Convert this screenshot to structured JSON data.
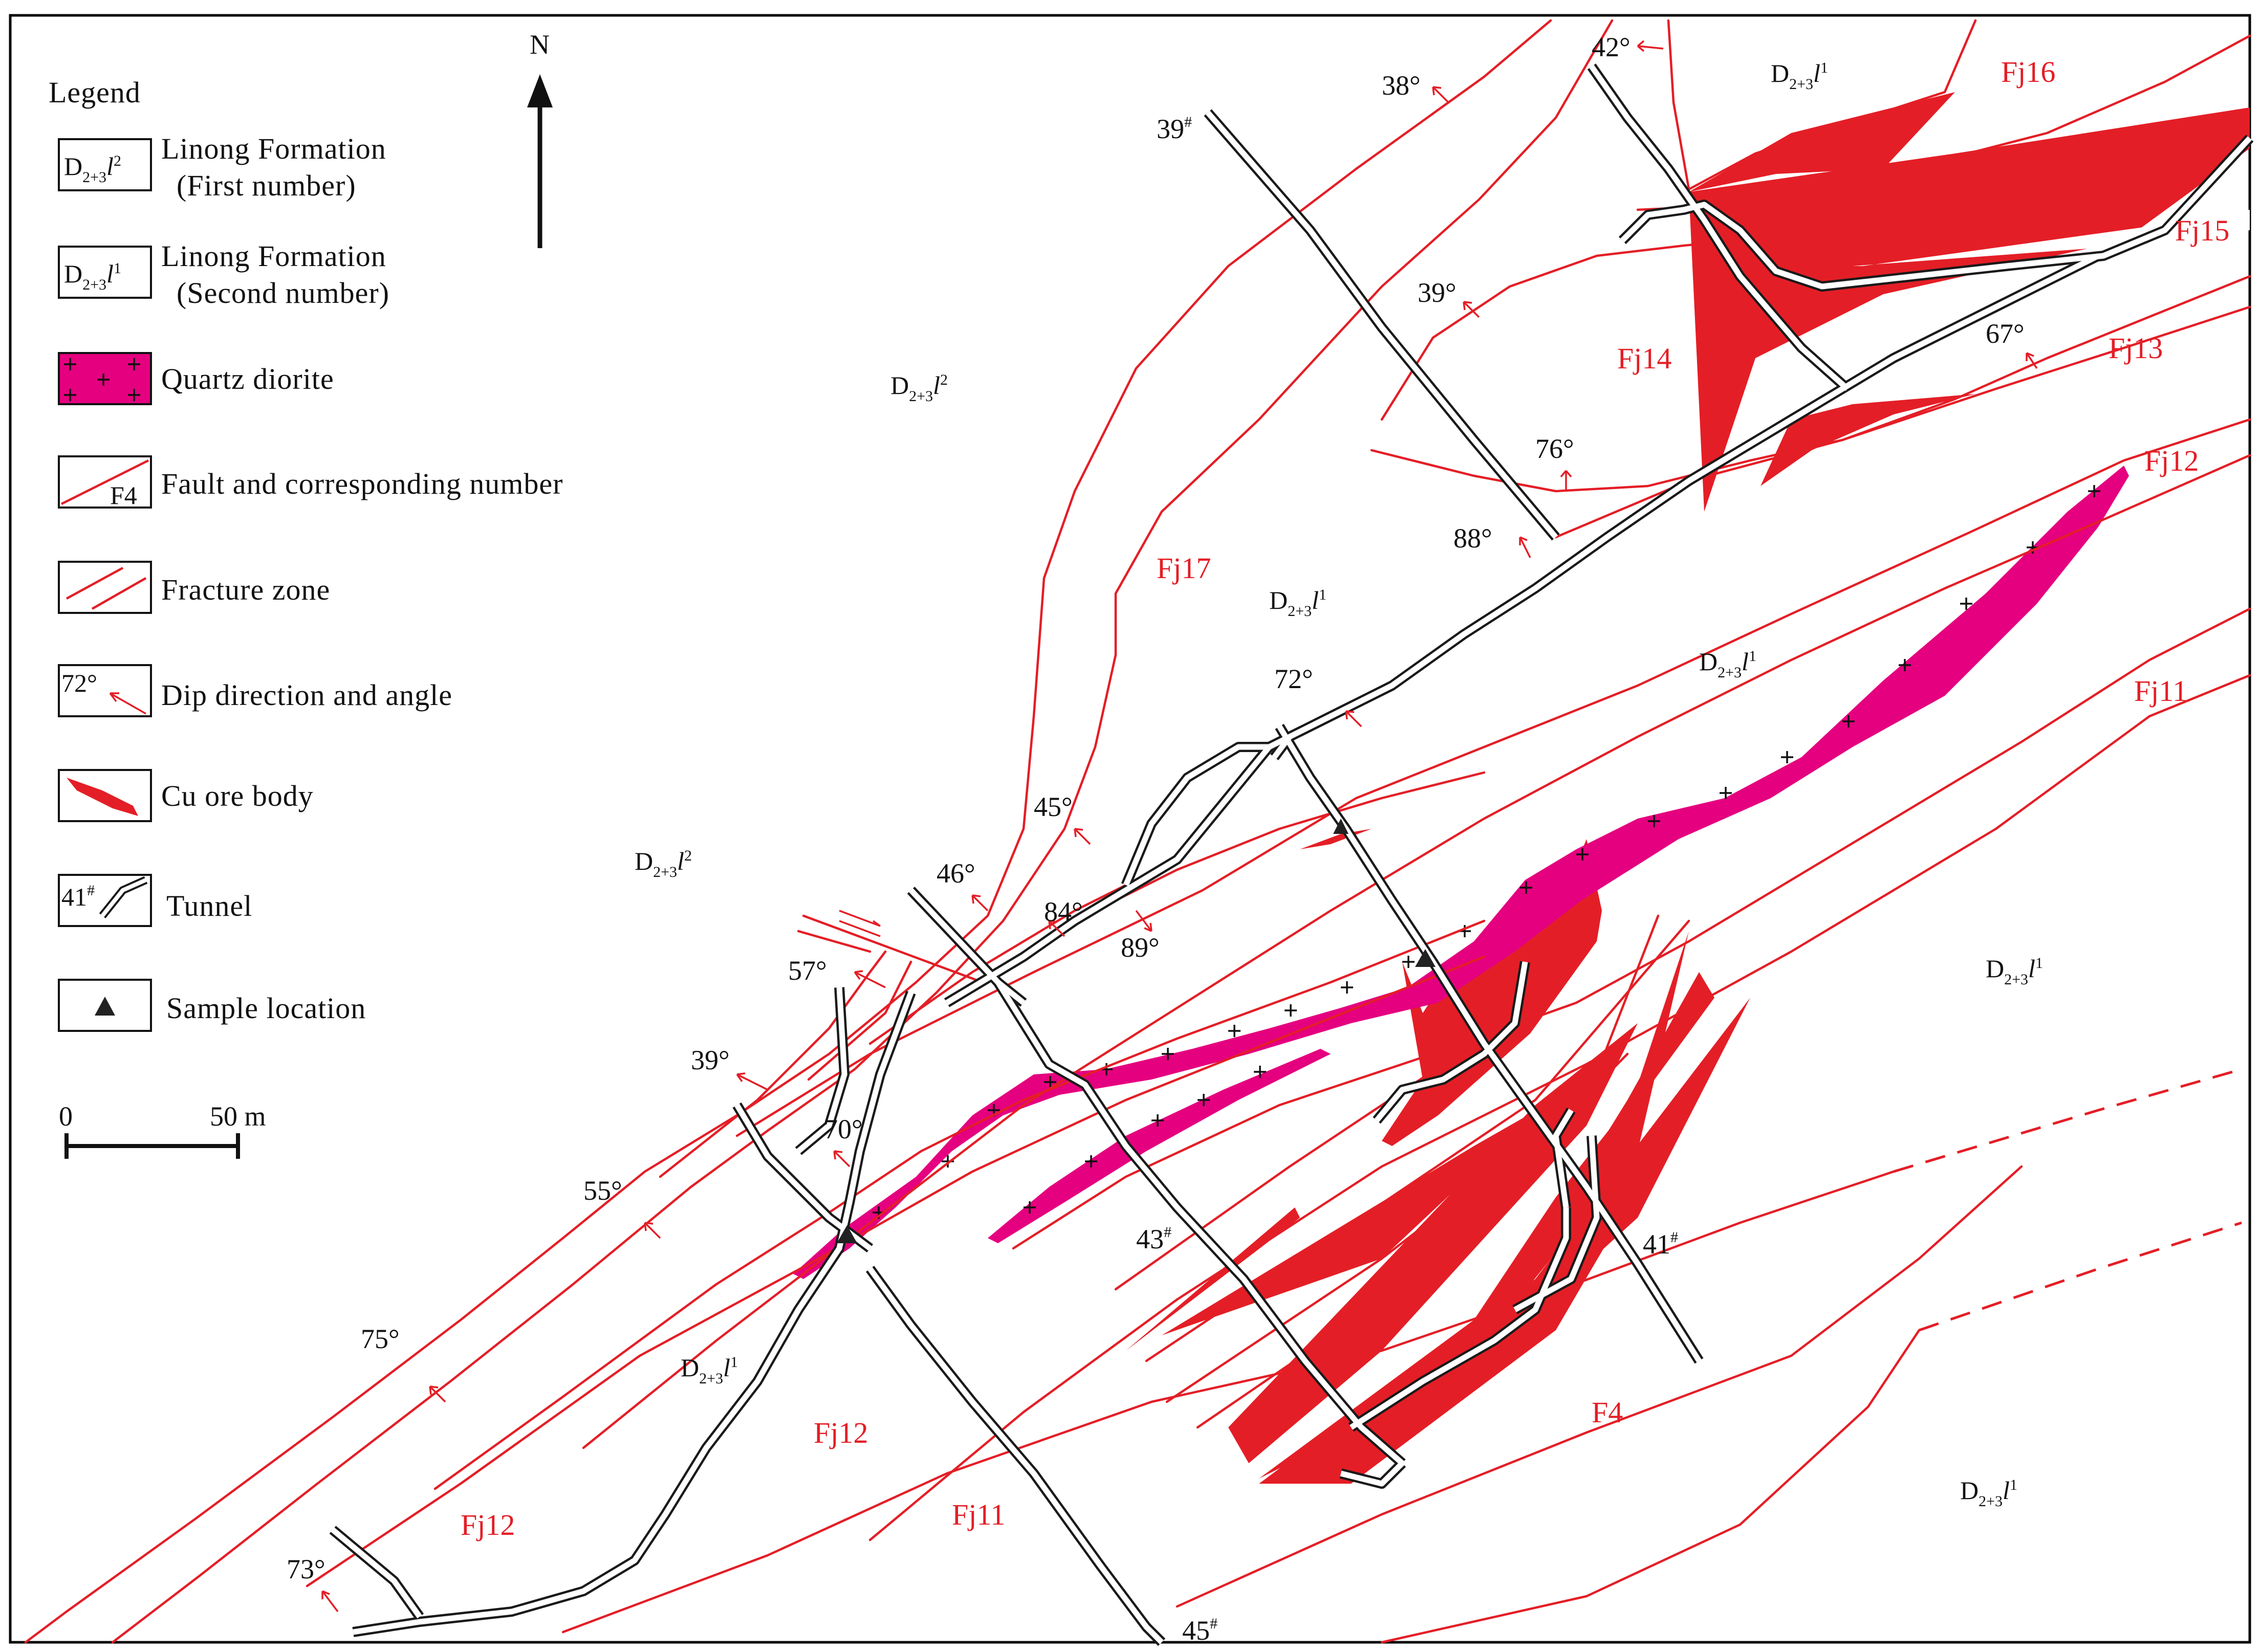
{
  "legend": {
    "title": "Legend",
    "items": [
      {
        "key": "linong-l2",
        "code": "D",
        "code_sub": "2+3",
        "code_var": "l",
        "code_sup": "2",
        "label_1": "Linong Formation",
        "label_2": "(First number)"
      },
      {
        "key": "linong-l1",
        "code": "D",
        "code_sub": "2+3",
        "code_var": "l",
        "code_sup": "1",
        "label_1": "Linong Formation",
        "label_2": "(Second number)"
      },
      {
        "key": "quartz-diorite",
        "label_1": "Quartz diorite"
      },
      {
        "key": "fault",
        "code": "F4",
        "label_1": "Fault and corresponding number"
      },
      {
        "key": "fracture-zone",
        "label_1": "Fracture zone"
      },
      {
        "key": "dip",
        "code": "72°",
        "label_1": "Dip direction and angle"
      },
      {
        "key": "ore",
        "label_1": "Cu ore body"
      },
      {
        "key": "tunnel",
        "code": "41#",
        "label_1": "Tunnel"
      },
      {
        "key": "sample",
        "label_1": "Sample location"
      }
    ]
  },
  "north": "N",
  "scale": {
    "start": "0",
    "end": "50 m"
  },
  "colors": {
    "fault": "#e41e26",
    "ore": "#e41e26",
    "diorite": "#e5007f",
    "tunnel": "#1a1a1a"
  },
  "fault_labels": [
    "Fj16",
    "Fj15",
    "Fj14",
    "Fj13",
    "Fj12",
    "Fj17",
    "Fj11",
    "Fj12",
    "Fj11",
    "Fj12",
    "F4"
  ],
  "dip_labels": [
    "42°",
    "38°",
    "39°",
    "67°",
    "76°",
    "88°",
    "72°",
    "45°",
    "46°",
    "84°",
    "89°",
    "57°",
    "39°",
    "70°",
    "55°",
    "75°",
    "73°"
  ],
  "tunnel_labels": [
    "39",
    "43",
    "41",
    "45"
  ],
  "tunnel_mark": "#",
  "formation": {
    "base": "D",
    "sub": "2+3",
    "var": "l",
    "sup_l1": "1",
    "sup_l2": "2"
  }
}
